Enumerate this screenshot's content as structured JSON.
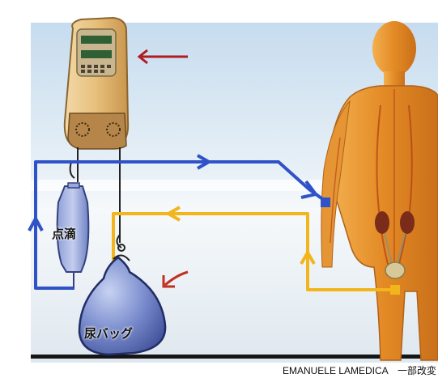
{
  "labels": {
    "drip": "点滴",
    "urine_bag": "尿バッグ"
  },
  "credit": "EMANUELE LAMEDICA　一部改変",
  "colors": {
    "blue_flow": "#2f52c8",
    "yellow_flow": "#f2b51c",
    "red_arrow": "#b01c22",
    "body": "#e8962a",
    "background": "#dce9f3"
  }
}
